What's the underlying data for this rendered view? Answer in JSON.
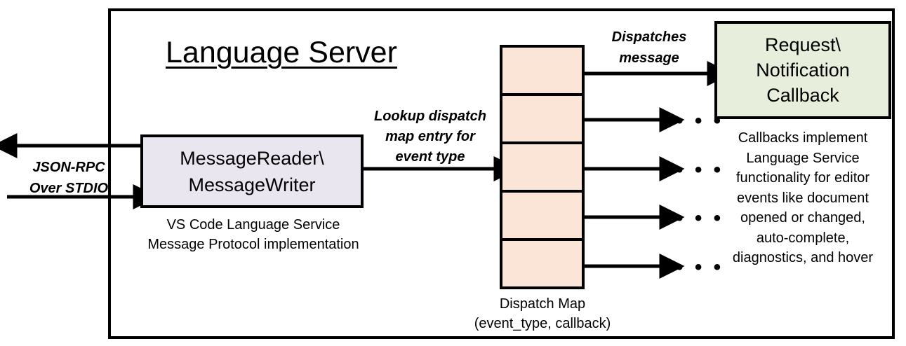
{
  "diagram": {
    "container_title": "Language Server",
    "external_io": {
      "label": "JSON-RPC\nOver STDIO"
    },
    "message_component": {
      "title": "MessageReader\\\nMessageWriter",
      "caption": "VS Code Language Service\nMessage Protocol implementation",
      "fill_color": "#EAE6F0"
    },
    "lookup_arrow": {
      "label": "Lookup dispatch\nmap entry for\nevent type"
    },
    "dispatch_map": {
      "caption": "Dispatch Map\n(event_type, callback)",
      "fill_color": "#FBE5D6",
      "entry_count": 5,
      "entries": [
        {
          "target": "callback-box"
        },
        {
          "target": "ellipsis"
        },
        {
          "target": "ellipsis"
        },
        {
          "target": "ellipsis"
        },
        {
          "target": "ellipsis"
        }
      ]
    },
    "dispatch_arrow": {
      "label": "Dispatches\nmessage"
    },
    "callback_component": {
      "title": "Request\\\nNotification\nCallback",
      "caption": "Callbacks implement\nLanguage Service\nfunctionality for editor\nevents like document\nopened or changed,\nauto-complete,\ndiagnostics, and hover",
      "fill_color": "#E7EEDC"
    },
    "ellipsis_glyph": "• • •",
    "stroke_color": "#000000",
    "background_color": "#FFFFFF"
  }
}
